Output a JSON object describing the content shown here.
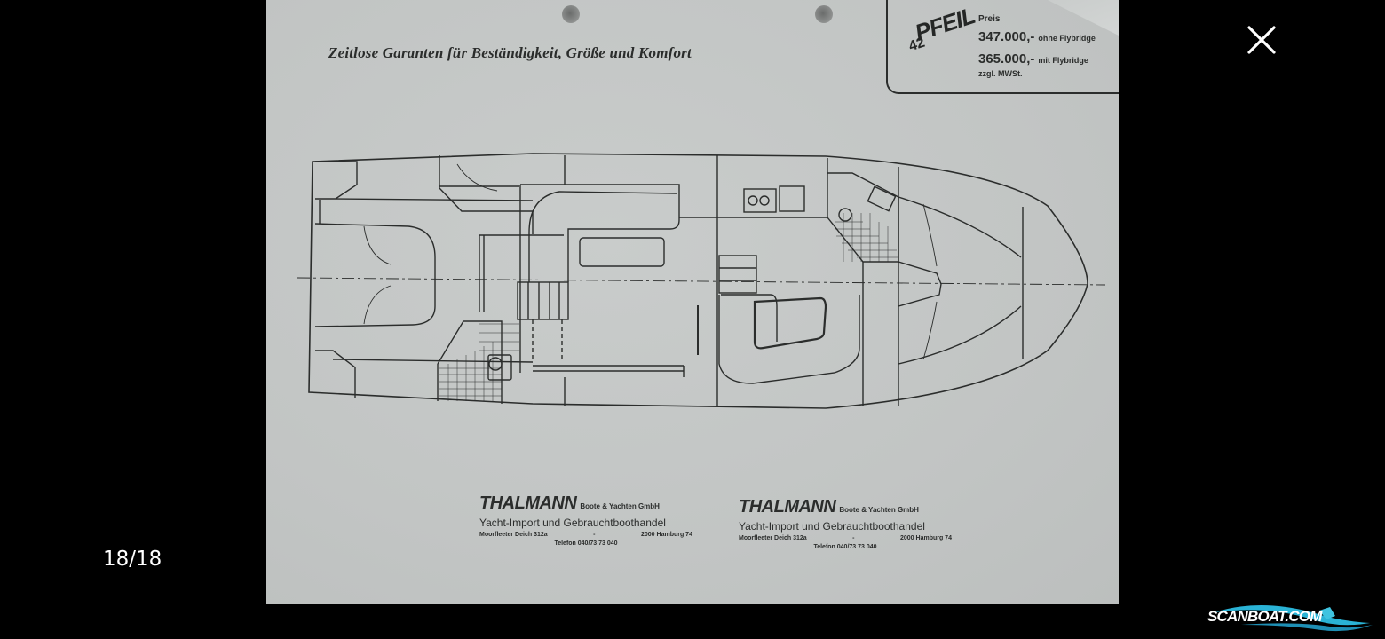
{
  "viewer": {
    "counter": "18/18",
    "close_icon": "close-icon",
    "colors": {
      "background": "#000000",
      "paper": "#c4c7c6",
      "ink": "#2b2d2c",
      "brand_accent": "#2ab3d6"
    }
  },
  "document": {
    "headline": "Zeitlose Garanten für Beständigkeit, Größe und Komfort",
    "logo": {
      "name": "PFEIL",
      "model": "42"
    },
    "pricing": {
      "label": "Preis",
      "price_without_flybridge": "347.000,-",
      "price_without_flybridge_note": "ohne Flybridge",
      "price_with_flybridge": "365.000,-",
      "price_with_flybridge_note": "mit Flybridge",
      "tax_note": "zzgl. MWSt."
    },
    "dealers": [
      {
        "name": "THALMANN",
        "subtitle": "Boote & Yachten GmbH",
        "tagline": "Yacht-Import und Gebrauchtboothandel",
        "address": "Moorfleeter Deich 312a",
        "separator": "-",
        "city": "2000 Hamburg 74",
        "phone": "Telefon 040/73 73 040"
      },
      {
        "name": "THALMANN",
        "subtitle": "Boote & Yachten GmbH",
        "tagline": "Yacht-Import und Gebrauchtboothandel",
        "address": "Moorfleeter Deich 312a",
        "separator": "-",
        "city": "2000 Hamburg 74",
        "phone": "Telefon 040/73 73 040"
      }
    ],
    "floor_plan": {
      "description": "Boat deck layout floor plan, stern left, bow right"
    }
  },
  "branding": {
    "watermark": "SCANBOAT.COM"
  }
}
